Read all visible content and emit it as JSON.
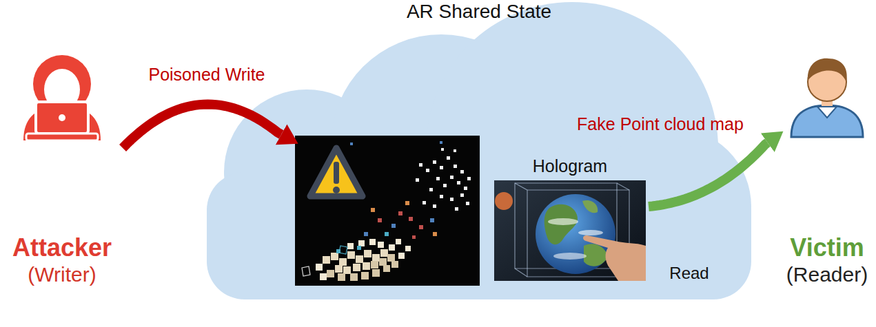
{
  "diagram": {
    "nodes": [
      {
        "text": [
          "Attacker",
          "(Writer)"
        ]
      },
      {
        "text": [
          "AR Shared State"
        ]
      },
      {
        "text": [
          "Fake Point cloud map"
        ],
        "in": 1
      },
      {
        "text": [
          "Hologram"
        ],
        "in": 1
      },
      {
        "text": [
          "Victim",
          "(Reader)"
        ]
      }
    ],
    "edges": [
      {
        "from": 0,
        "to": 2,
        "label": "Poisoned Write",
        "arrow": "to"
      },
      {
        "from": 3,
        "to": 4,
        "label": "Read",
        "arrow": "to"
      }
    ]
  }
}
